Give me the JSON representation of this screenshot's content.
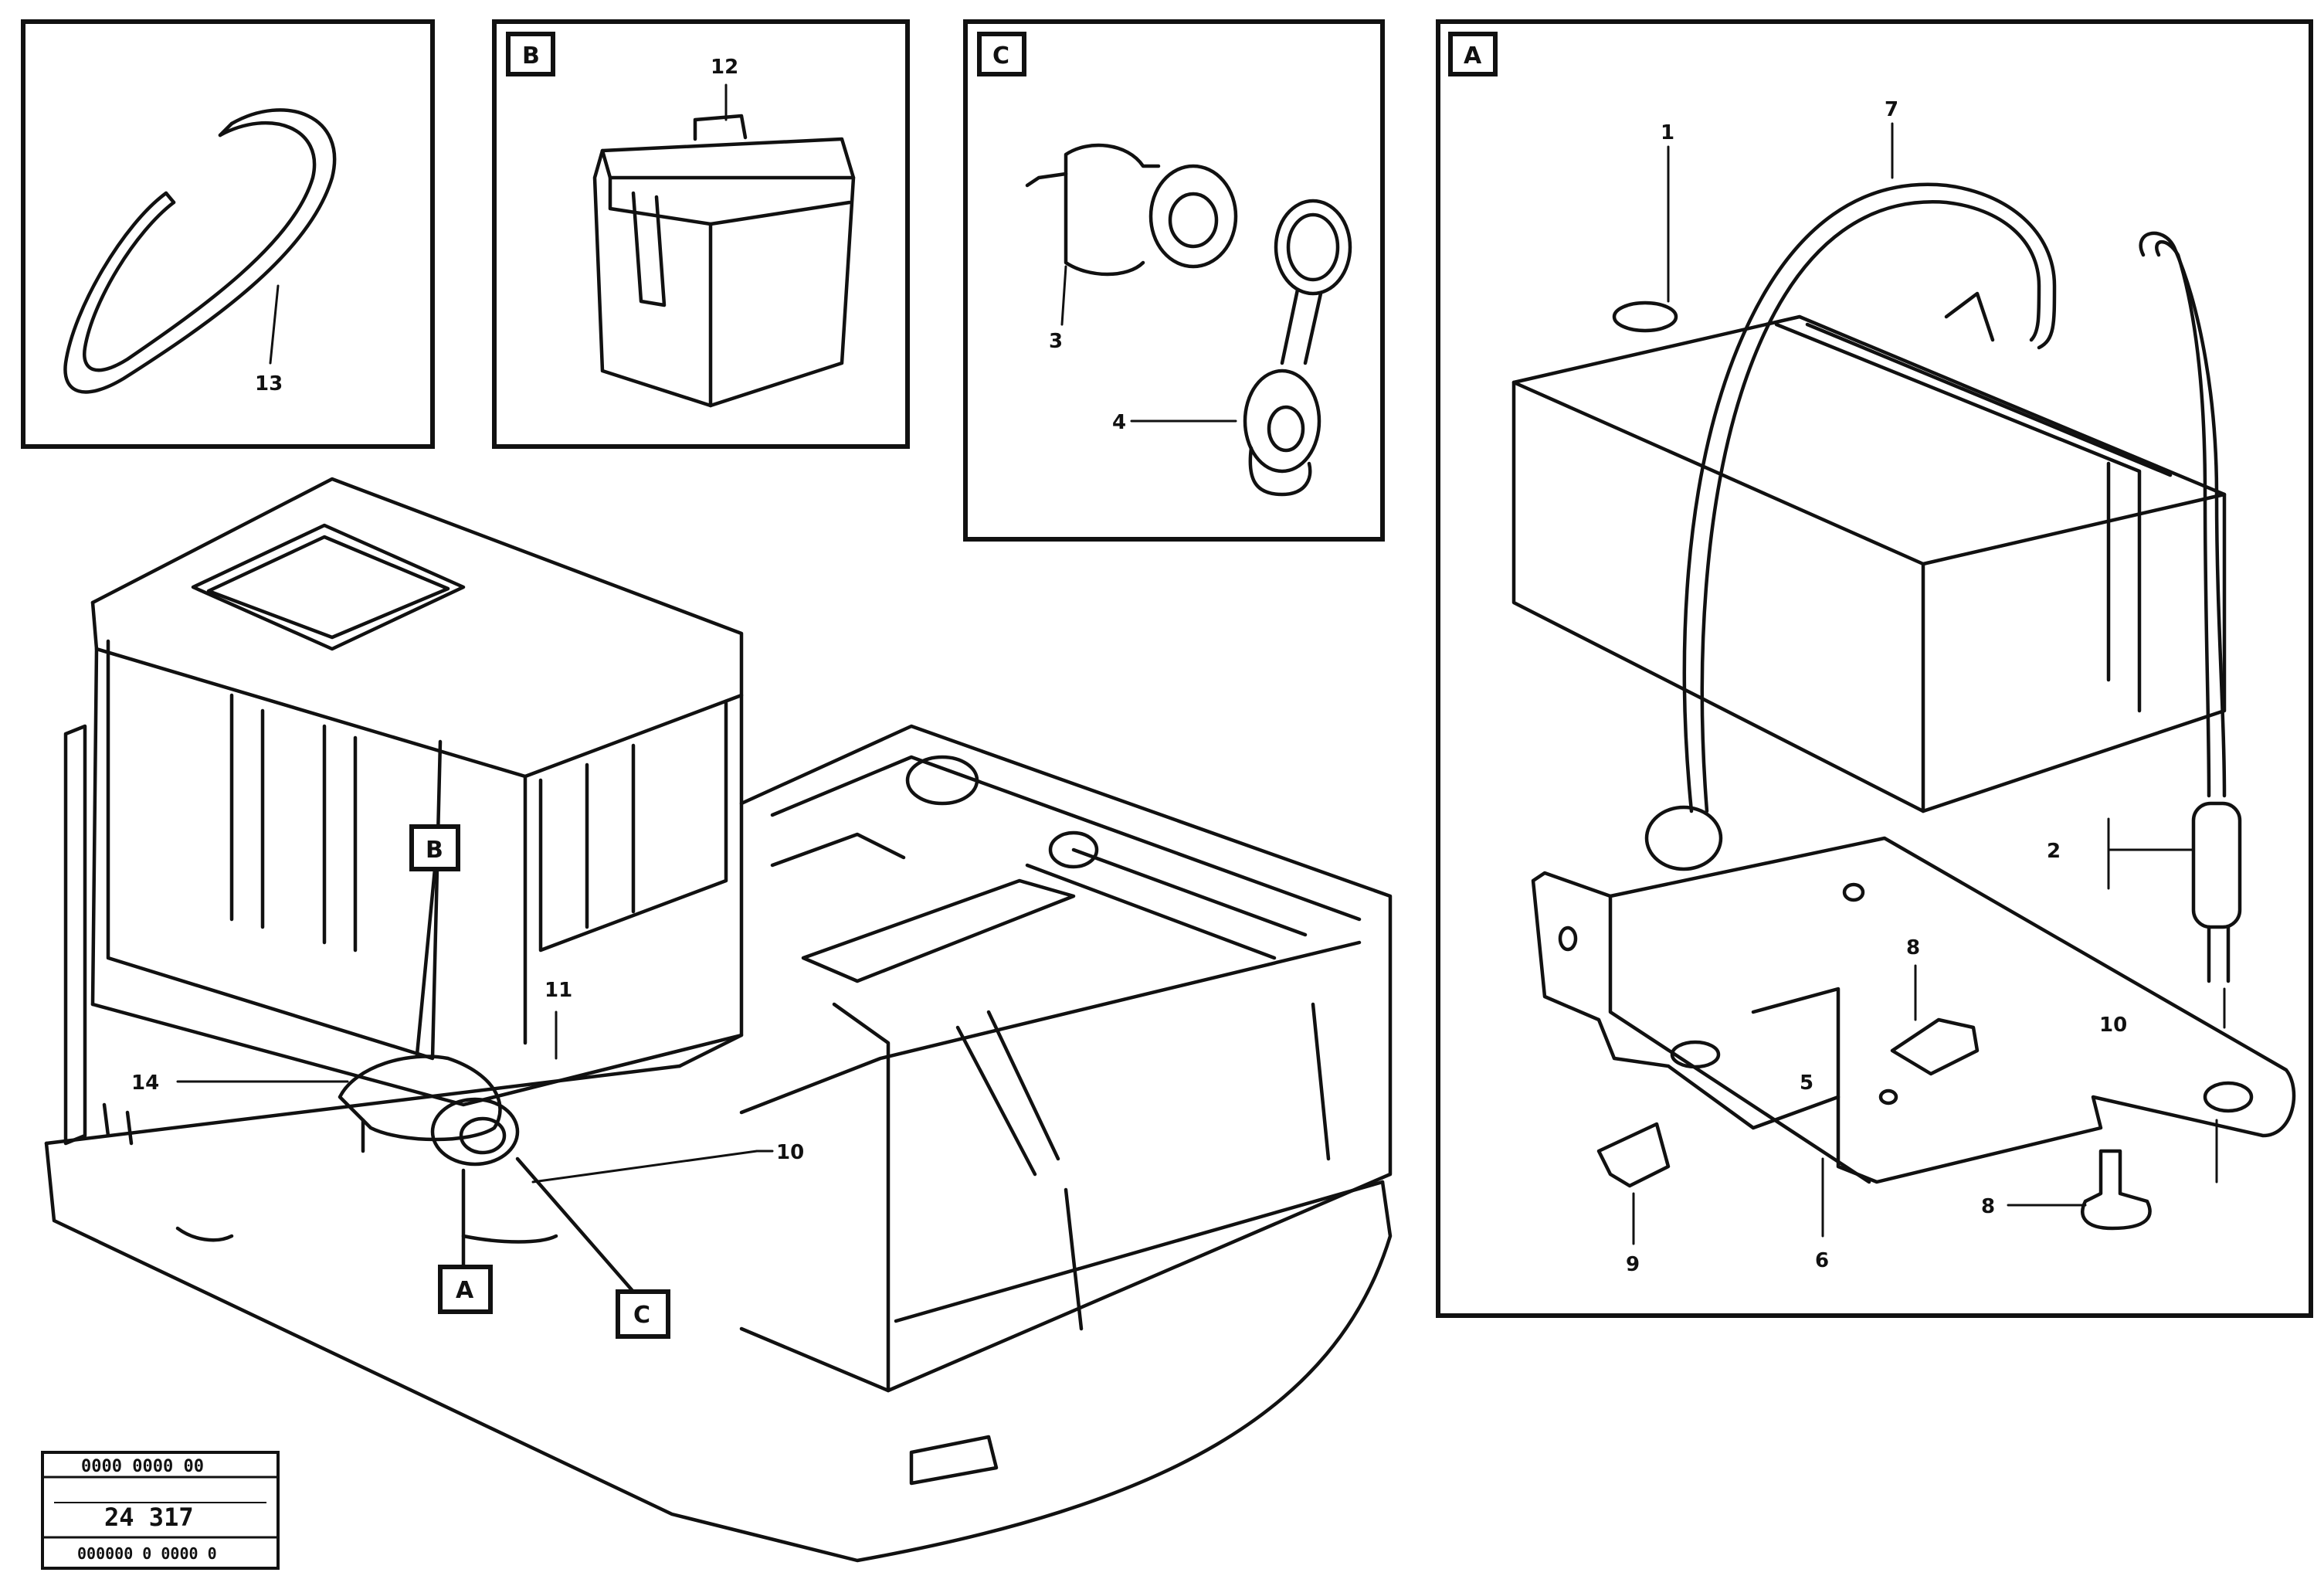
{
  "detail_tags": {
    "a": "A",
    "b": "B",
    "c": "C"
  },
  "callouts": {
    "n1": "1",
    "n2": "2",
    "n3": "3",
    "n4": "4",
    "n5": "5",
    "n6": "6",
    "n7": "7",
    "n8": "8",
    "n9": "9",
    "n10": "10",
    "n11": "11",
    "n12": "12",
    "n13": "13",
    "n14": "14"
  },
  "stamp": {
    "top": "0000 0000 00",
    "main": "24 317",
    "bottom": "000000 0 0000 0"
  }
}
